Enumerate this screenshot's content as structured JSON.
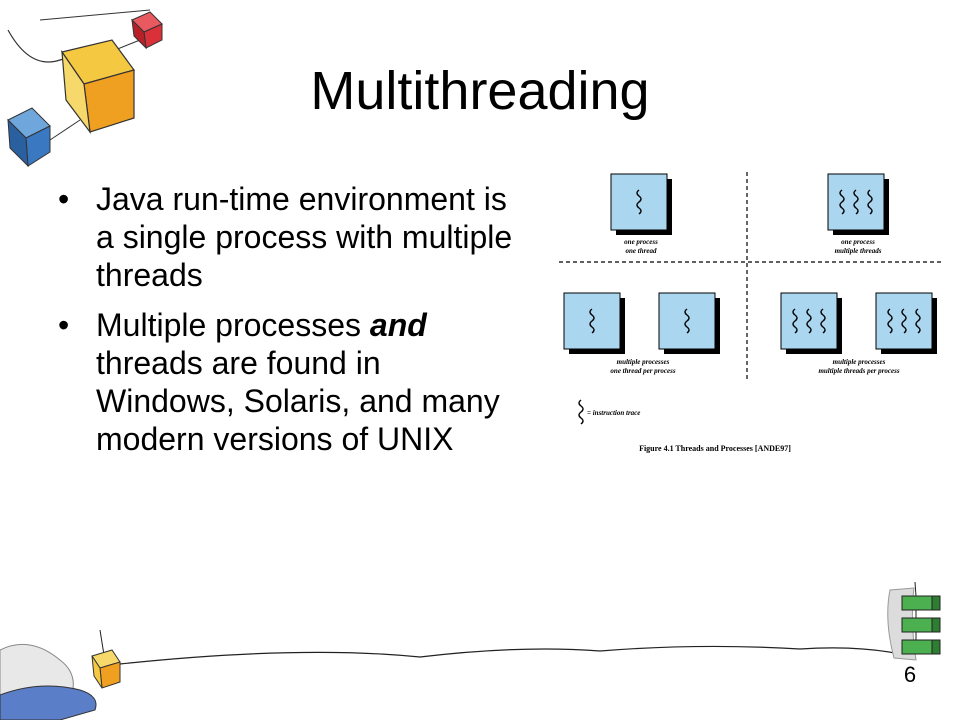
{
  "slide": {
    "title": "Multithreading",
    "bullets": [
      {
        "parts": [
          "Java run-time environment is a single process with multiple threads"
        ]
      },
      {
        "parts": [
          "Multiple processes ",
          "and",
          " threads are found in Windows, Solaris, and many modern versions of UNIX"
        ]
      }
    ],
    "bullet_symbol": "•",
    "page_number": "6"
  },
  "figure": {
    "quadrants": [
      {
        "line1": "one process",
        "line2": "one thread"
      },
      {
        "line1": "one process",
        "line2": "multiple threads"
      },
      {
        "line1": "multiple processes",
        "line2": "one thread per process"
      },
      {
        "line1": "multiple processes",
        "line2": "multiple threads per process"
      }
    ],
    "legend_text": "= instruction trace",
    "caption": "Figure 4.1   Threads and Processes [ANDE97]"
  },
  "colors": {
    "process_box": "#aad6f0",
    "deco_yellow": "#f5c842",
    "deco_red": "#d9303a",
    "deco_blue": "#3a78c2",
    "deco_green": "#4caf50"
  },
  "icons": [
    "thread-squiggle-icon",
    "decorative-cubes-icon",
    "decorative-stack-icon",
    "decorative-hand-icon"
  ]
}
